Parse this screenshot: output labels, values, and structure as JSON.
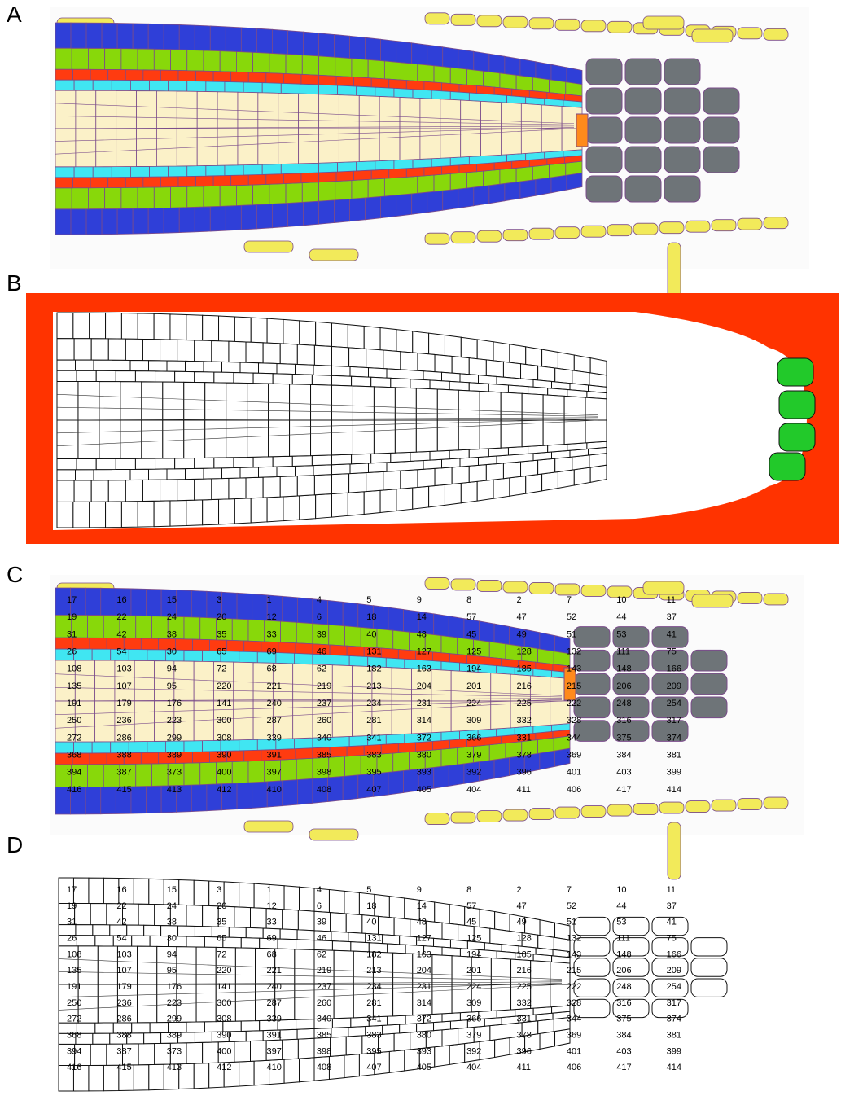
{
  "panels": [
    {
      "letter": "A"
    },
    {
      "letter": "B"
    },
    {
      "letter": "C"
    },
    {
      "letter": "D"
    }
  ],
  "colors": {
    "epidermis": "#2f3fd8",
    "cortex": "#88d80a",
    "endodermis": "#ff3b10",
    "pericycle": "#40e6f2",
    "stele": "#fbf1c8",
    "qc": "#ff8a1c",
    "columella": "#6e7478",
    "lateral_root_cap": "#f2ea5a",
    "background_b": "#ff3300",
    "tip_b": "#22c92a",
    "cell_outline": "#7a4b8a"
  },
  "cell_labels": [
    "17",
    "16",
    "15",
    "3",
    "1",
    "4",
    "5",
    "9",
    "8",
    "2",
    "7",
    "10",
    "11",
    "19",
    "22",
    "24",
    "20",
    "12",
    "6",
    "18",
    "14",
    "57",
    "47",
    "52",
    "44",
    "37",
    "31",
    "42",
    "38",
    "35",
    "33",
    "39",
    "40",
    "48",
    "45",
    "49",
    "51",
    "53",
    "41",
    "26",
    "54",
    "30",
    "65",
    "69",
    "46",
    "131",
    "127",
    "125",
    "128",
    "132",
    "111",
    "75",
    "108",
    "103",
    "94",
    "72",
    "68",
    "62",
    "182",
    "163",
    "194",
    "185",
    "143",
    "148",
    "166",
    "135",
    "107",
    "95",
    "220",
    "221",
    "219",
    "213",
    "204",
    "201",
    "216",
    "215",
    "206",
    "209",
    "191",
    "179",
    "176",
    "141",
    "240",
    "237",
    "234",
    "231",
    "224",
    "225",
    "222",
    "248",
    "254",
    "250",
    "236",
    "223",
    "300",
    "287",
    "260",
    "281",
    "314",
    "309",
    "332",
    "328",
    "316",
    "317",
    "272",
    "286",
    "299",
    "308",
    "339",
    "340",
    "341",
    "372",
    "366",
    "331",
    "344",
    "375",
    "374",
    "368",
    "388",
    "389",
    "390",
    "391",
    "385",
    "383",
    "380",
    "379",
    "378",
    "369",
    "384",
    "381",
    "394",
    "387",
    "373",
    "400",
    "397",
    "398",
    "395",
    "393",
    "392",
    "396",
    "401",
    "403",
    "399",
    "416",
    "415",
    "413",
    "412",
    "410",
    "408",
    "407",
    "405",
    "404",
    "411",
    "406",
    "417",
    "414"
  ]
}
